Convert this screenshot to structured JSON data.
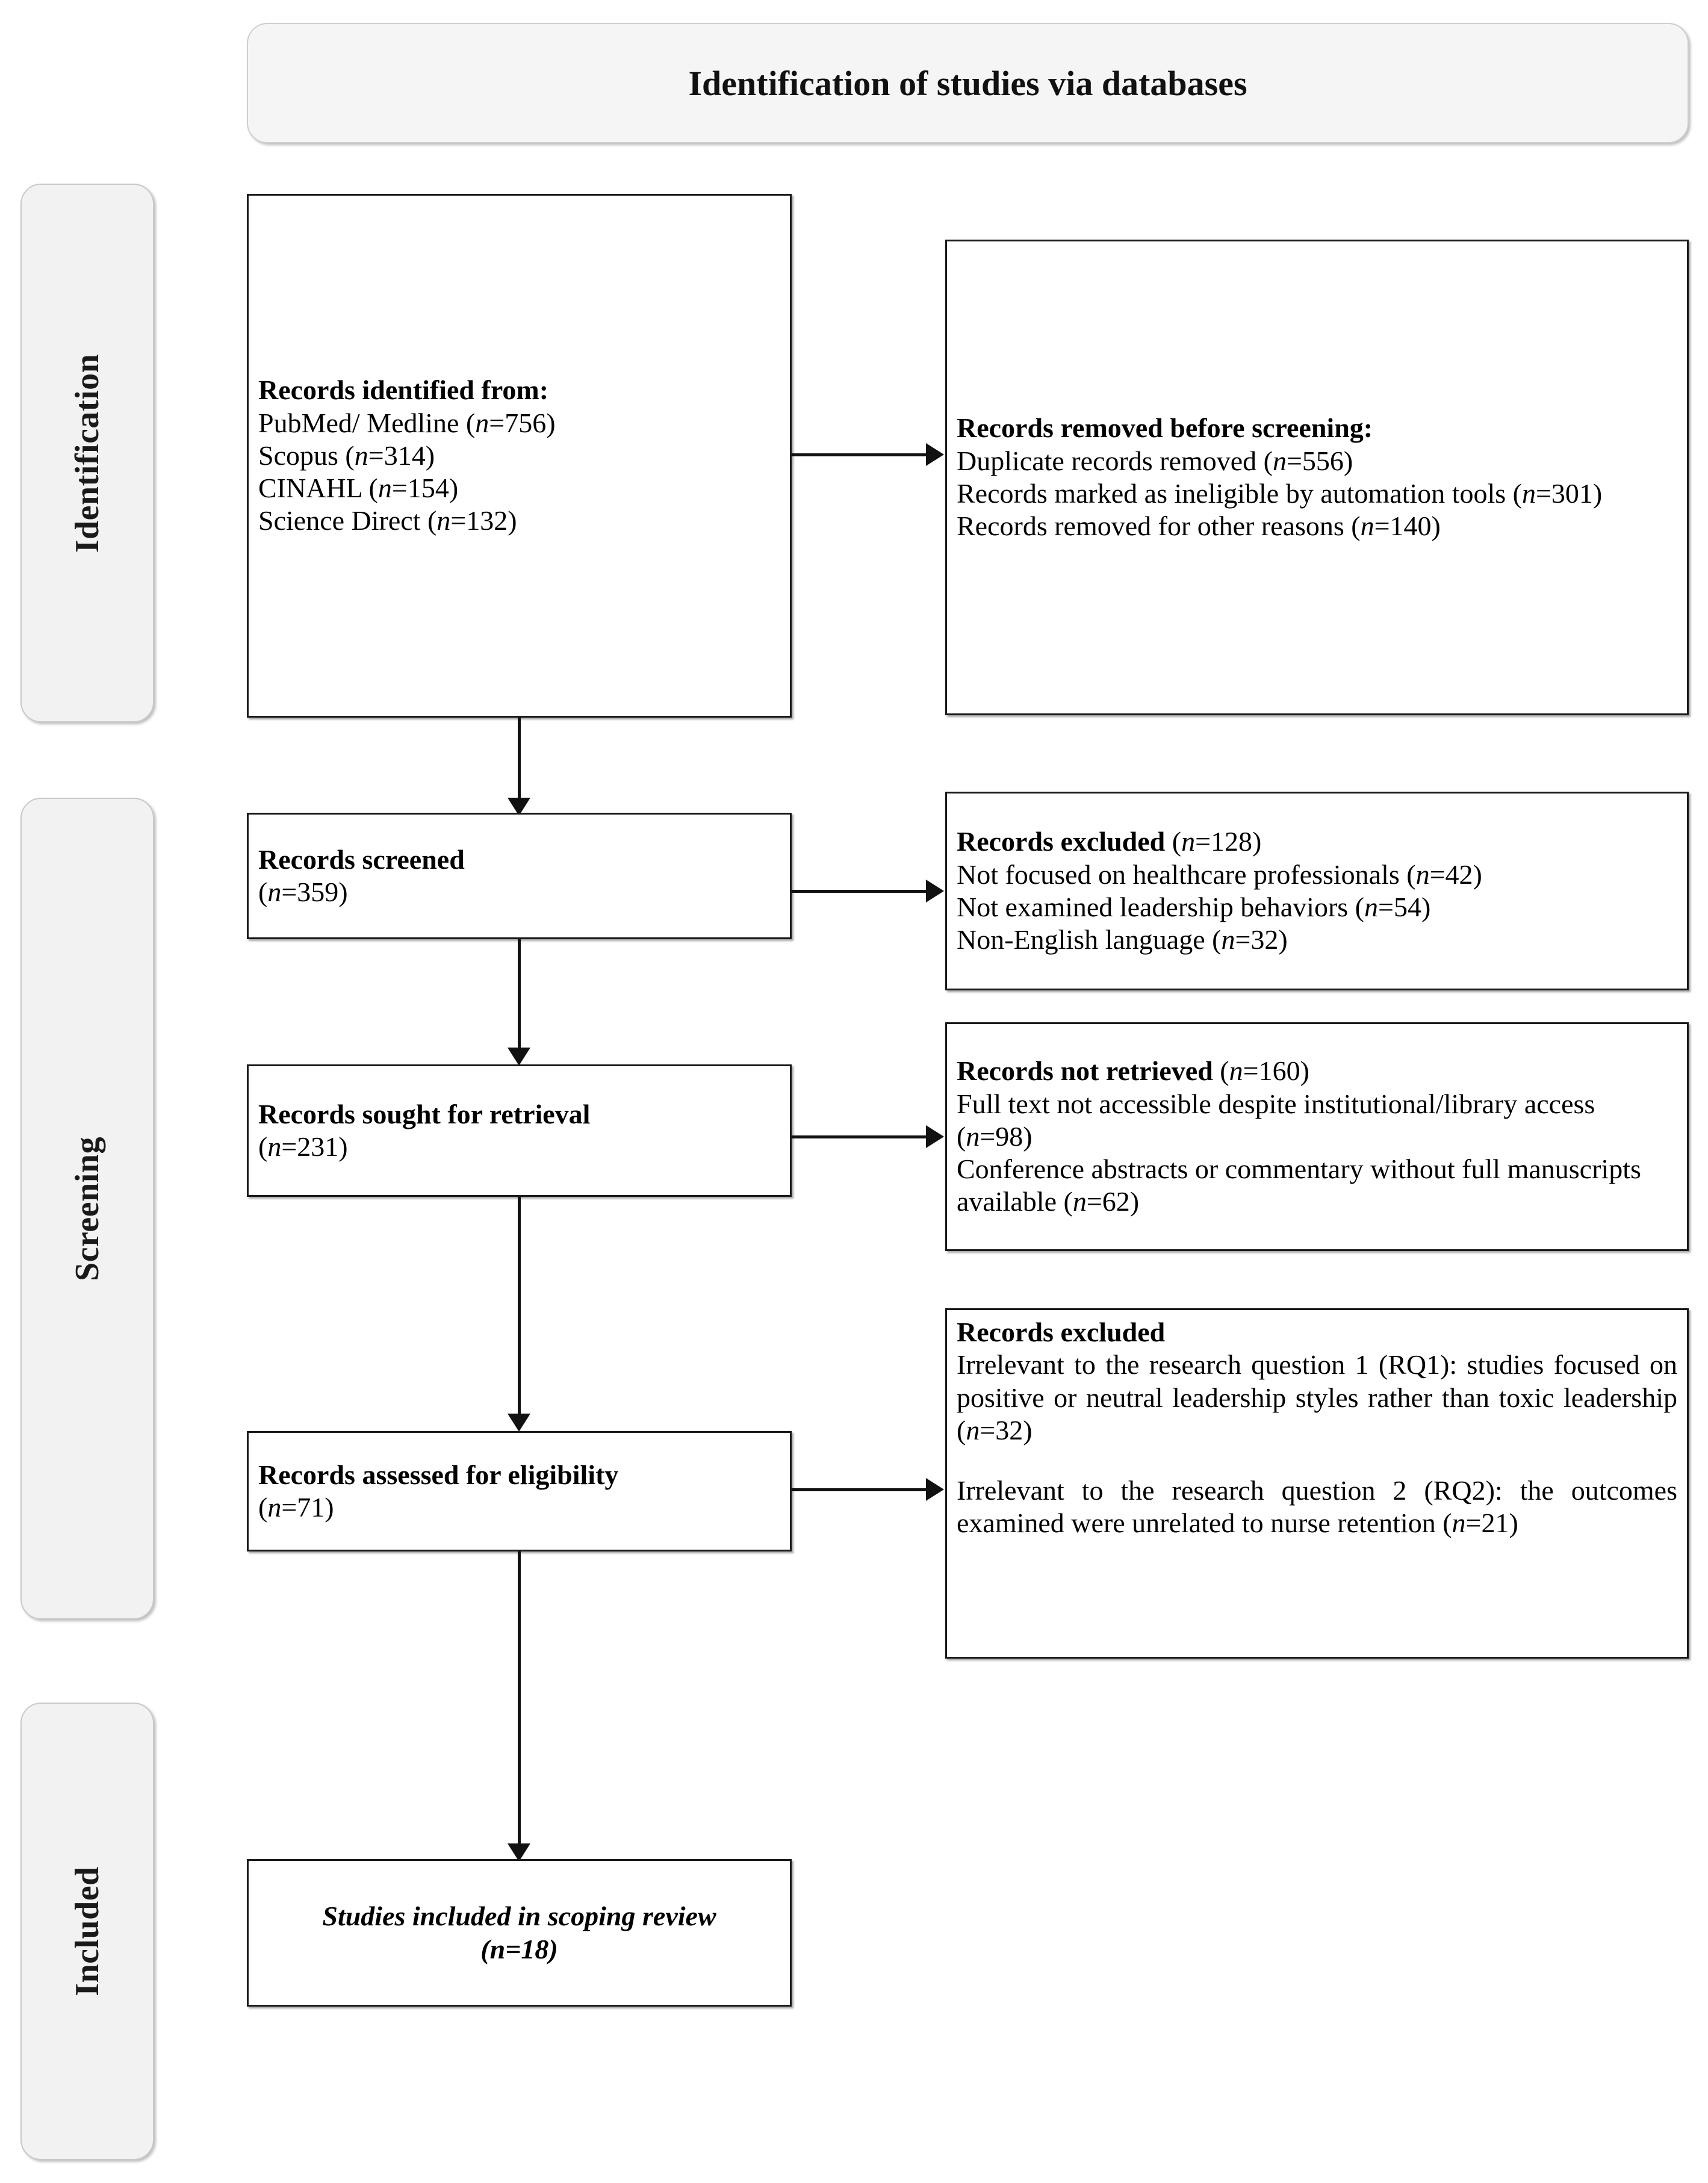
{
  "header": {
    "title": "Identification of studies via databases"
  },
  "stages": [
    {
      "label": "Identification"
    },
    {
      "label": "Screening"
    },
    {
      "label": "Included"
    }
  ],
  "boxes": {
    "identified": {
      "heading": "Records identified from:",
      "lines": [
        "PubMed/ Medline (n=756)",
        "Scopus (n=314)",
        "CINAHL (n=154)",
        "Science Direct (n=132)"
      ]
    },
    "removed_before_screening": {
      "heading": "Records removed before screening:",
      "lines": [
        "Duplicate records removed (n=556)",
        "Records marked as ineligible by automation tools (n=301)",
        "Records removed for other reasons (n=140)"
      ]
    },
    "screened": {
      "heading": "Records screened",
      "count": "(n=359)"
    },
    "excluded_screened": {
      "heading": "Records excluded",
      "heading_count": "(n=128)",
      "lines": [
        "Not focused on healthcare professionals (n=42)",
        "Not examined leadership behaviors (n=54)",
        "Non-English language (n=32)"
      ]
    },
    "sought_retrieval": {
      "heading": "Records sought for retrieval",
      "count": "(n=231)"
    },
    "not_retrieved": {
      "heading": "Records not retrieved",
      "heading_count": "(n=160)",
      "lines": [
        "Full text not accessible despite institutional/library access (n=98)",
        "Conference abstracts or commentary without full manuscripts available (n=62)"
      ]
    },
    "assessed_eligibility": {
      "heading": "Records assessed for eligibility",
      "count": "(n=71)"
    },
    "excluded_eligibility": {
      "heading": "Records excluded",
      "paragraphs": [
        "Irrelevant to the research question 1 (RQ1): studies focused on positive or neutral leadership styles rather than toxic leadership (n=32)",
        "Irrelevant to the research question 2  (RQ2): the outcomes examined were unrelated to nurse retention (n=21)"
      ]
    },
    "included_studies": {
      "line1": "Studies included in scoping review",
      "line2": "(n=18)"
    }
  },
  "colors": {
    "box_border": "#1a1a1a",
    "pill_fill": "#f2f2f2",
    "pill_border": "#c9c9c9",
    "connector": "#111111",
    "text": "#000000"
  }
}
